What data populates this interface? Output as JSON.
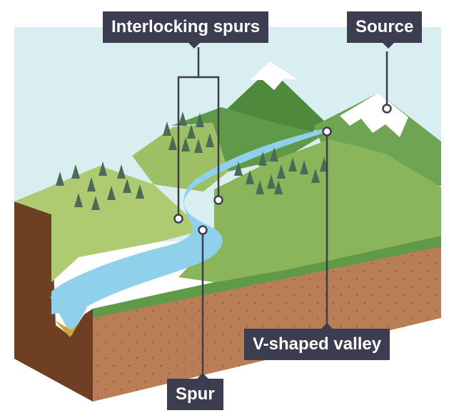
{
  "labels": {
    "interlocking_spurs": "Interlocking spurs",
    "source": "Source",
    "v_shaped_valley": "V-shaped valley",
    "spur": "Spur"
  },
  "colors": {
    "label_bg": "#3d3d52",
    "sky": "#d8eef0",
    "soil": "#b97e55",
    "soil_dark": "#6e3f22",
    "grass_light": "#aecb72",
    "grass_mid": "#8ab55a",
    "grass_dark": "#5f9a48",
    "mountain": "#4f8a3c",
    "river": "#8fd0ea",
    "snow": "#ffffff",
    "tree": "#4b6a58"
  }
}
